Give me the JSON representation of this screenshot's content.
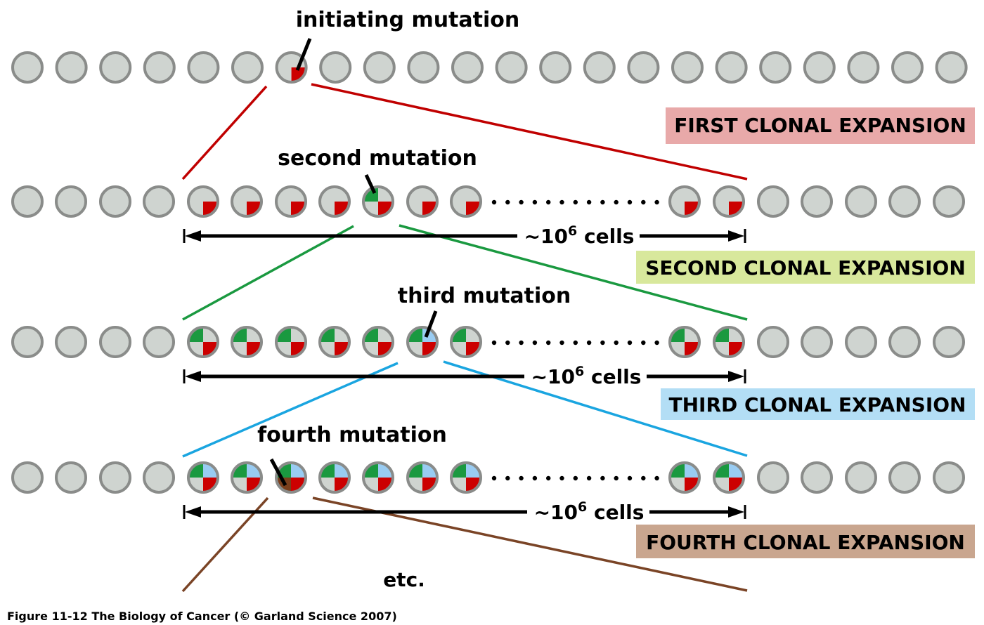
{
  "figure": {
    "caption": "Figure 11-12  The Biology of Cancer (© Garland Science 2007)",
    "etc_label": "etc."
  },
  "colors": {
    "cell_fill": "#cfd4d0",
    "cell_stroke": "#8a8c8a",
    "mutation_1": "#cc0000",
    "mutation_2": "#1a9940",
    "mutation_3": "#99ccf2",
    "mutation_4": "#7a3f1c",
    "line_1": "#c00000",
    "line_2": "#1a9940",
    "line_3": "#1aa5e0",
    "line_4": "#7a4426",
    "banner_1": "#e8a9a9",
    "banner_2": "#d8e89c",
    "banner_3": "#b3def5",
    "banner_4": "#c9a68f"
  },
  "rows": [
    {
      "mutation_label": "initiating mutation",
      "mutated_cell_index": 6,
      "clone_range": [
        6,
        6
      ],
      "clone_quadrants": [],
      "new_quadrant": "br",
      "cell_count_label": null
    },
    {
      "mutation_label": "second mutation",
      "mutated_cell_index": 8,
      "clone_range": [
        4,
        16
      ],
      "clone_quadrants": [
        "br"
      ],
      "new_quadrant": "tl",
      "cell_count_label": "~10^6 cells"
    },
    {
      "mutation_label": "third mutation",
      "mutated_cell_index": 9,
      "clone_range": [
        4,
        16
      ],
      "clone_quadrants": [
        "br",
        "tl"
      ],
      "new_quadrant": "tr",
      "cell_count_label": "~10^6 cells"
    },
    {
      "mutation_label": "fourth mutation",
      "mutated_cell_index": 6,
      "clone_range": [
        4,
        16
      ],
      "clone_quadrants": [
        "br",
        "tl",
        "tr"
      ],
      "new_quadrant": "bl",
      "cell_count_label": "~10^6 cells"
    }
  ],
  "banners": [
    "FIRST CLONAL EXPANSION",
    "SECOND CLONAL EXPANSION",
    "THIRD CLONAL EXPANSION",
    "FOURTH CLONAL EXPANSION"
  ],
  "cell_count": {
    "prefix": "~10",
    "exponent": "6",
    "suffix": " cells"
  }
}
